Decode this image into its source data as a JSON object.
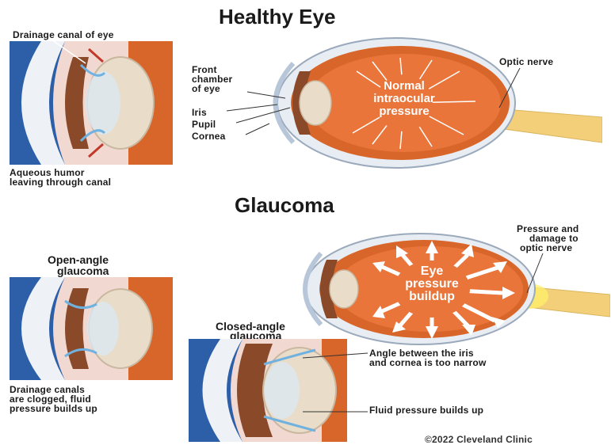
{
  "headings": {
    "healthy": "Healthy Eye",
    "glaucoma": "Glaucoma",
    "open_angle": [
      "Open-angle",
      "glaucoma"
    ],
    "closed_angle": [
      "Closed-angle",
      "glaucoma"
    ]
  },
  "healthy_labels": {
    "drainage_canal": "Drainage canal of eye",
    "aqueous": [
      "Aqueous humor",
      "leaving through canal"
    ],
    "front_chamber": [
      "Front",
      "chamber",
      "of eye"
    ],
    "iris": "Iris",
    "pupil": "Pupil",
    "cornea": "Cornea",
    "optic_nerve": "Optic nerve",
    "normal_pressure": [
      "Normal",
      "intraocular",
      "pressure"
    ]
  },
  "glaucoma_labels": {
    "pressure_damage": [
      "Pressure and",
      "damage to",
      "optic nerve"
    ],
    "eye_pressure": [
      "Eye",
      "pressure",
      "buildup"
    ],
    "drainage_clogged": [
      "Drainage canals",
      "are clogged, fluid",
      "pressure builds up"
    ],
    "angle_narrow": [
      "Angle between the iris",
      "and cornea is too narrow"
    ],
    "fluid_pressure": "Fluid pressure builds up"
  },
  "copyright": "©2022 Cleveland Clinic",
  "colors": {
    "background": "#ffffff",
    "sclera_blue": "#2d5fa8",
    "eye_orange": "#d8662a",
    "eye_inner": "#e9753a",
    "lens": "#e9dcc9",
    "iris_brown": "#8a4a2a",
    "nerve_yellow": "#f3cf7a",
    "sclera_gray": "#e8edf3"
  }
}
